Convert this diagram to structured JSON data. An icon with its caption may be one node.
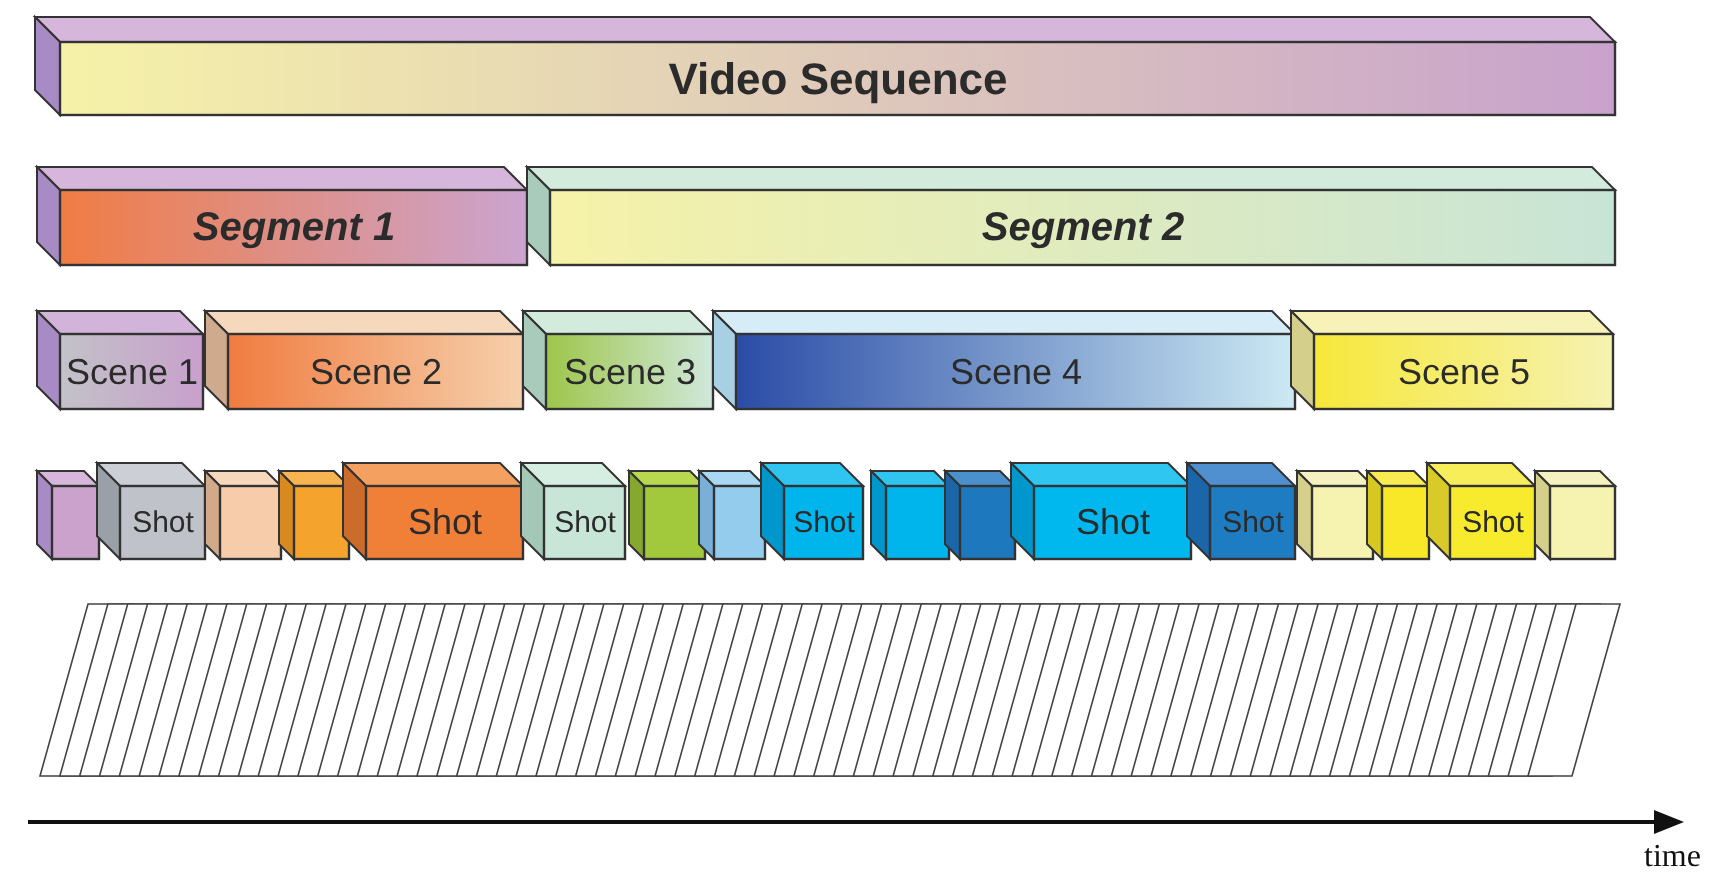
{
  "diagram": {
    "nodes": [
      {
        "text": [
          "Video Sequence"
        ]
      },
      {
        "text": [
          "Segment 1"
        ]
      },
      {
        "text": [
          "Segment 2"
        ]
      },
      {
        "text": [
          "Scene 1"
        ]
      },
      {
        "text": [
          "Scene 2"
        ]
      },
      {
        "text": [
          "Scene 3"
        ]
      },
      {
        "text": [
          "Scene 4"
        ]
      },
      {
        "text": [
          "Scene 5"
        ]
      },
      {
        "text": [],
        "shape": "box"
      },
      {
        "text": [
          "Shot"
        ]
      },
      {
        "text": [],
        "shape": "box"
      },
      {
        "text": [],
        "shape": "box"
      },
      {
        "text": [
          "Shot"
        ]
      },
      {
        "text": [
          "Shot"
        ]
      },
      {
        "text": [],
        "shape": "box"
      },
      {
        "text": [],
        "shape": "box"
      },
      {
        "text": [
          "Shot"
        ]
      },
      {
        "text": [],
        "shape": "box"
      },
      {
        "text": [],
        "shape": "box"
      },
      {
        "text": [
          "Shot"
        ]
      },
      {
        "text": [
          "Shot"
        ]
      },
      {
        "text": [],
        "shape": "box"
      },
      {
        "text": [],
        "shape": "box"
      },
      {
        "text": [
          "Shot"
        ]
      },
      {
        "text": [],
        "shape": "box"
      }
    ],
    "labels": [
      "time"
    ]
  }
}
